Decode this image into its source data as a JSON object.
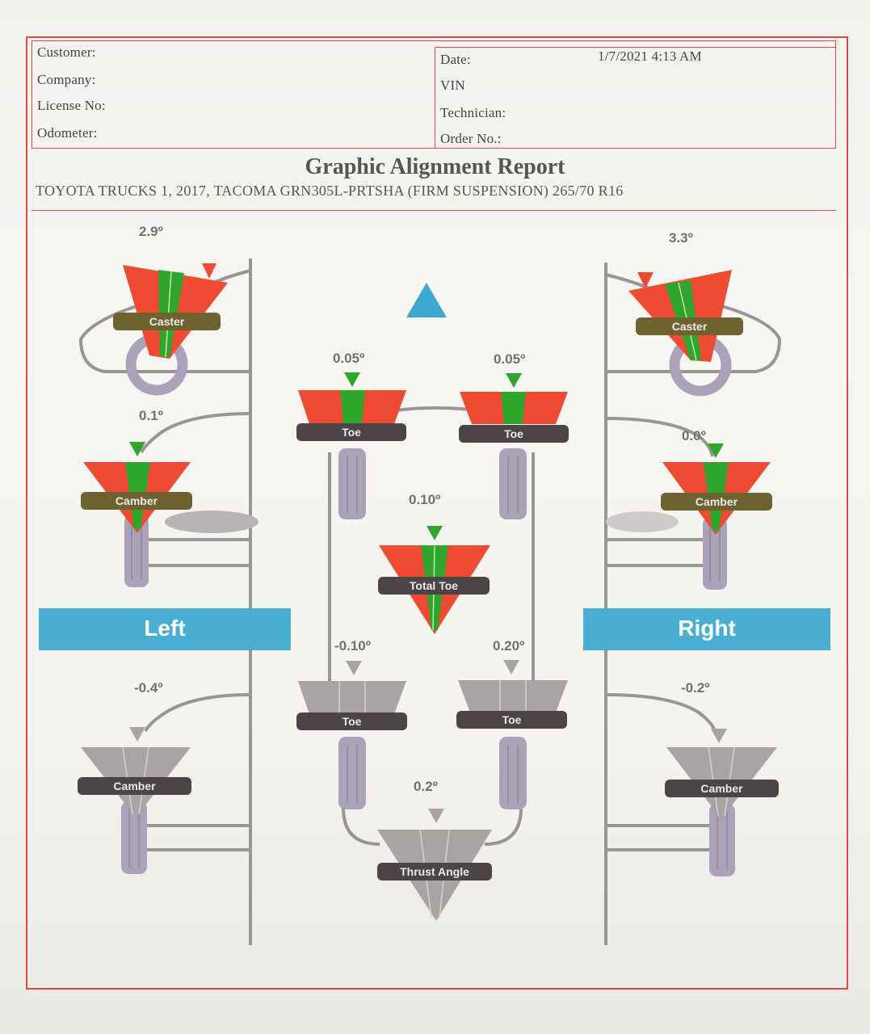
{
  "header": {
    "left_labels": [
      "Customer:",
      "Company:",
      "License No:",
      "Odometer:"
    ],
    "right_labels": [
      "Date:",
      "VIN",
      "Technician:",
      "Order No.:"
    ],
    "date_value": "1/7/2021 4:13 AM"
  },
  "report": {
    "title": "Graphic Alignment Report",
    "vehicle": "TOYOTA TRUCKS 1, 2017, TACOMA GRN305L-PRTSHA (FIRM SUSPENSION) 265/70 R16"
  },
  "sides": {
    "left": "Left",
    "right": "Right"
  },
  "front": {
    "left_caster": {
      "label": "Caster",
      "value": "2.9º"
    },
    "right_caster": {
      "label": "Caster",
      "value": "3.3º"
    },
    "left_camber": {
      "label": "Camber",
      "value": "0.1º"
    },
    "right_camber": {
      "label": "Camber",
      "value": "0.0º"
    },
    "left_toe": {
      "label": "Toe",
      "value": "0.05º"
    },
    "right_toe": {
      "label": "Toe",
      "value": "0.05º"
    },
    "total_toe": {
      "label": "Total Toe",
      "value": "0.10º"
    }
  },
  "rear": {
    "left_camber": {
      "label": "Camber",
      "value": "-0.4º"
    },
    "right_camber": {
      "label": "Camber",
      "value": "-0.2º"
    },
    "left_toe": {
      "label": "Toe",
      "value": "-0.10º"
    },
    "right_toe": {
      "label": "Toe",
      "value": "0.20º"
    },
    "thrust_angle": {
      "label": "Thrust Angle",
      "value": "0.2º"
    }
  },
  "colors": {
    "frame": "#e24a3e",
    "in_spec_red": "#ef4b32",
    "in_spec_green": "#2fa52c",
    "rear_gray": "#a9a3a3",
    "side_banner": "#4aaed3",
    "direction_arrow": "#3ea8d3"
  },
  "icons": [
    "direction-arrow-icon",
    "tire-icon",
    "wheel-icon",
    "pointer-icon"
  ]
}
